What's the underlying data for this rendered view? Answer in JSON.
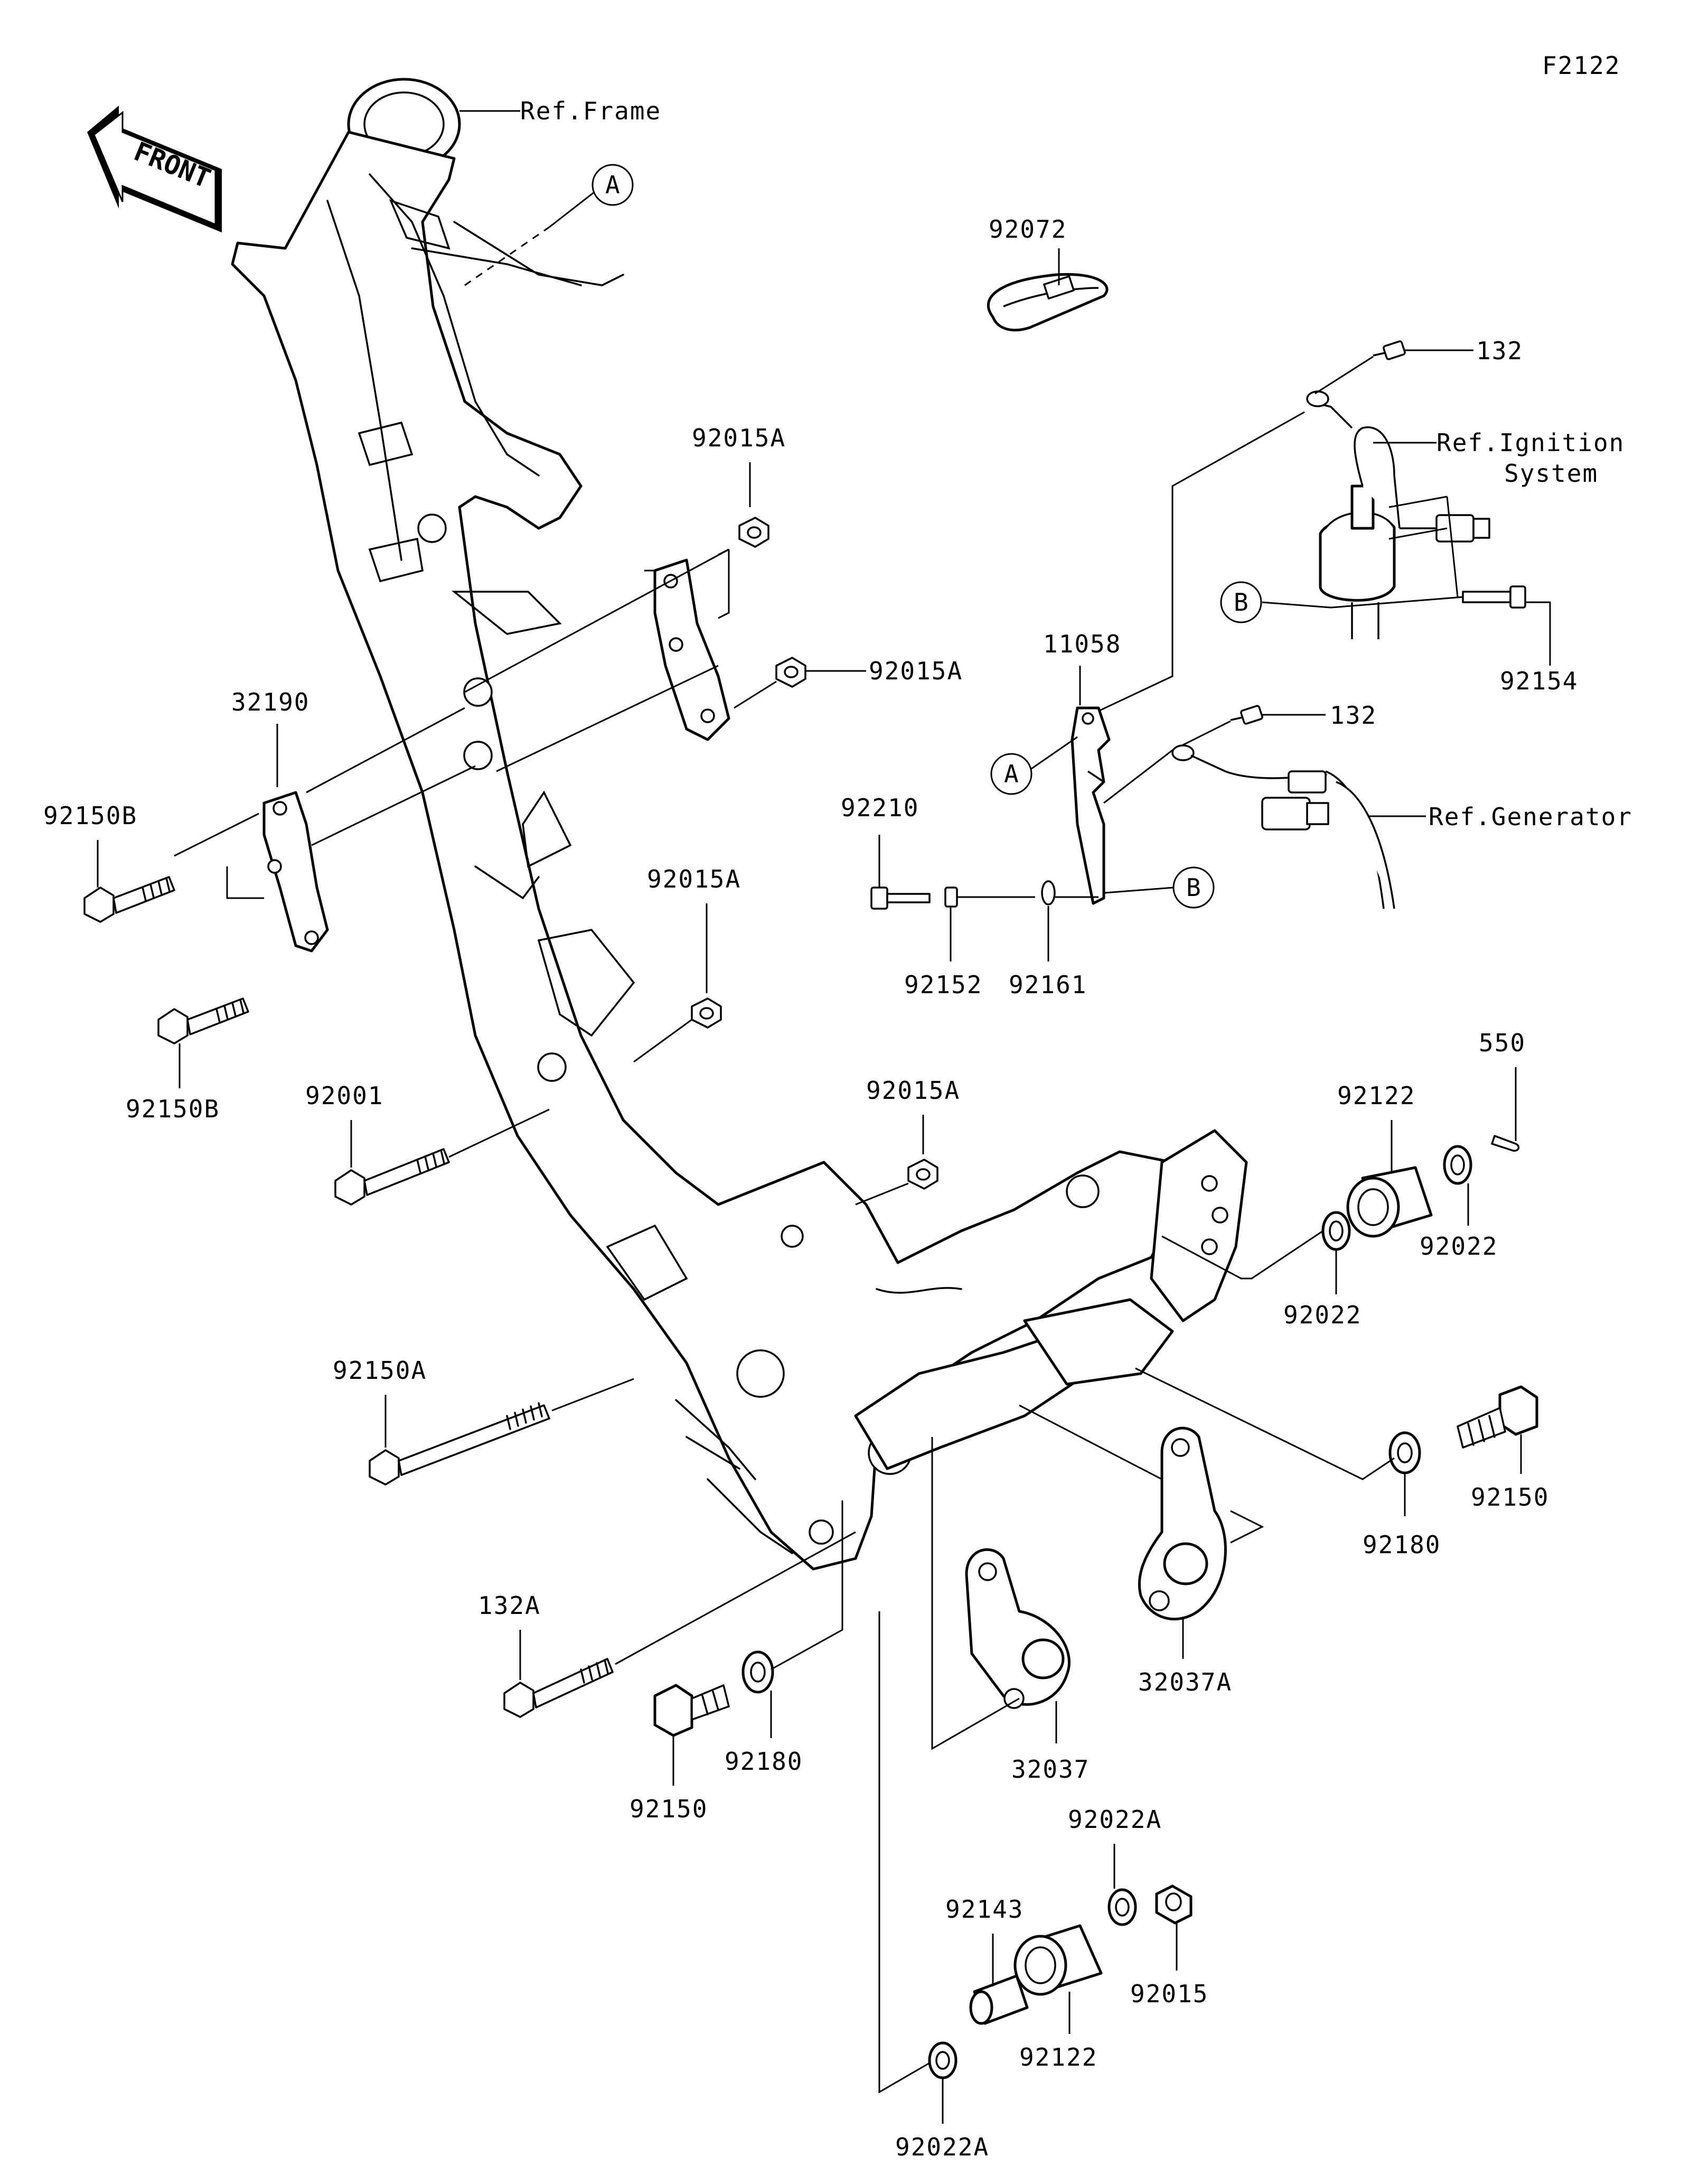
{
  "diagram_code": "F2122",
  "direction_label": "FRONT",
  "refs": {
    "frame": "Ref.Frame",
    "ignition_line1": "Ref.Ignition",
    "ignition_line2": "System",
    "generator": "Ref.Generator"
  },
  "markers": {
    "a": "A",
    "b": "B"
  },
  "parts": {
    "p92072": "92072",
    "p132_top": "132",
    "p92154": "92154",
    "p132_mid": "132",
    "p11058": "11058",
    "p92210": "92210",
    "p92152": "92152",
    "p92161": "92161",
    "p92015A_1": "92015A",
    "p92015A_2": "92015A",
    "p92015A_3": "92015A",
    "p92015A_4": "92015A",
    "p32190": "32190",
    "p92150B_1": "92150B",
    "p92150B_2": "92150B",
    "p92001": "92001",
    "p92150A": "92150A",
    "p550": "550",
    "p92122_top": "92122",
    "p92022_1": "92022",
    "p92022_2": "92022",
    "p92180_right": "92180",
    "p92150_right": "92150",
    "p32037A": "32037A",
    "p32037": "32037",
    "p132A": "132A",
    "p92150_left": "92150",
    "p92180_left": "92180",
    "p92022A_top": "92022A",
    "p92143": "92143",
    "p92015": "92015",
    "p92122_bottom": "92122",
    "p92022A_bottom": "92022A"
  }
}
